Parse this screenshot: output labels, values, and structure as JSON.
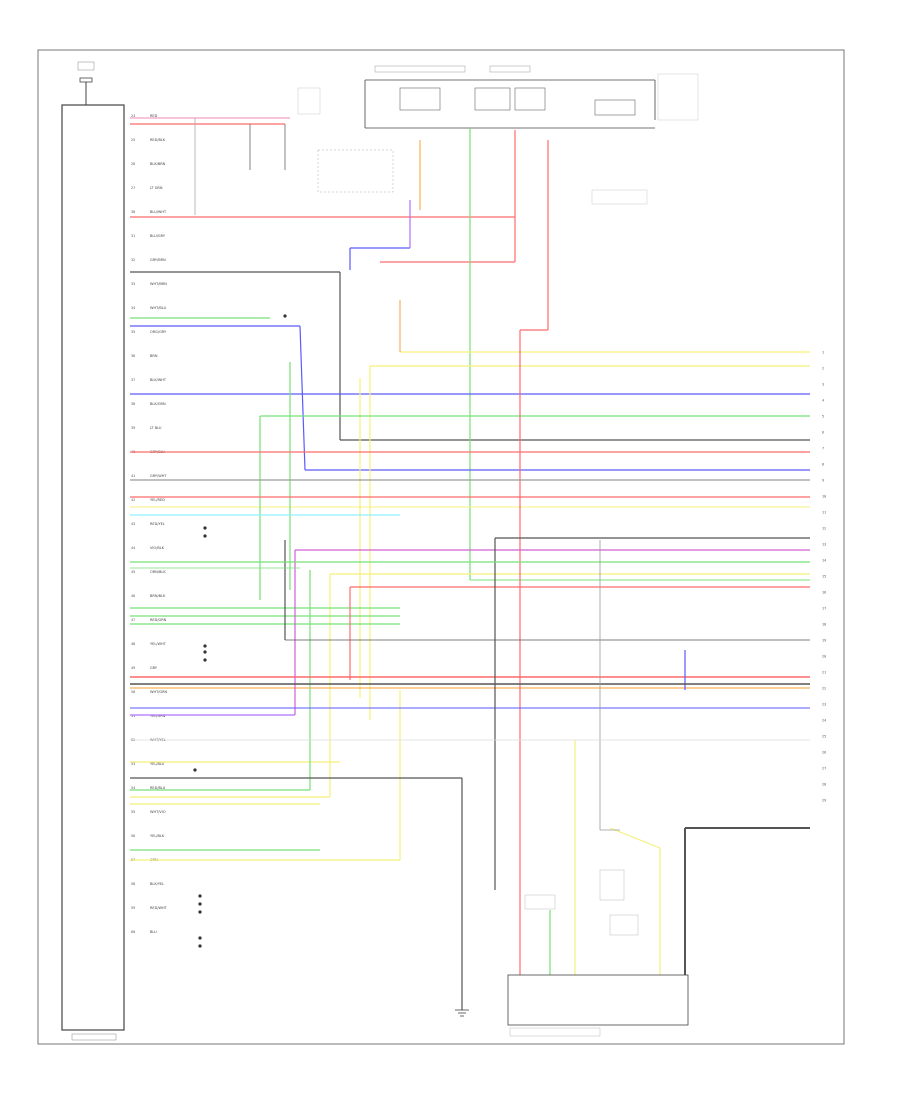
{
  "ecm": {
    "left_pins": [
      "24",
      "25",
      "26",
      "27",
      "30",
      "31",
      "32",
      "33",
      "34",
      "35",
      "36",
      "37",
      "38",
      "39",
      "40",
      "41",
      "42",
      "43",
      "44",
      "45",
      "46",
      "47",
      "48",
      "49",
      "50",
      "51",
      "52",
      "53",
      "54",
      "55",
      "56",
      "57",
      "58",
      "59",
      "60"
    ],
    "wire_colors": [
      "RED",
      "RED/BLK",
      "BLK/BRN",
      "LT GRN",
      "BLU/WHT",
      "BLU/GRY",
      "GRY/BRN",
      "WHT/BRN",
      "WHT/BLU",
      "ORG/GRY",
      "BRN",
      "BLK/WHT",
      "BLK/GRN",
      "LT BLU",
      "GRY/BLU",
      "GRY/WHT",
      "YEL/RED",
      "RED/YEL",
      "VIO/BLK",
      "ORN/BLK",
      "BRN/BLK",
      "RED/GRN",
      "YEL/WHT",
      "GRY",
      "WHT/GRN",
      "YEL/GRN",
      "WHT/YEL",
      "YEL/BLU",
      "RED/BLU",
      "WHT/VIO",
      "YEL/BLK",
      "ORN",
      "BLK/YEL",
      "RED/WHT",
      "BLU"
    ],
    "right_numbers": [
      "1",
      "2",
      "3",
      "4",
      "5",
      "6",
      "7",
      "8",
      "9",
      "10",
      "11",
      "12",
      "13",
      "14",
      "15",
      "16",
      "17",
      "18",
      "19",
      "20",
      "21",
      "22",
      "23",
      "24",
      "25",
      "26",
      "27",
      "28",
      "29"
    ]
  },
  "colors": {
    "red": "#ff6a6a",
    "pink": "#f4a0c8",
    "blue": "#5a5aff",
    "green": "#78e078",
    "yellow": "#f5f07a",
    "orange": "#f6b25a",
    "dark": "#555555",
    "gray": "#9a9a9a",
    "cyan": "#8ff0ff",
    "magenta": "#d060d0",
    "violet": "#b070ff"
  }
}
